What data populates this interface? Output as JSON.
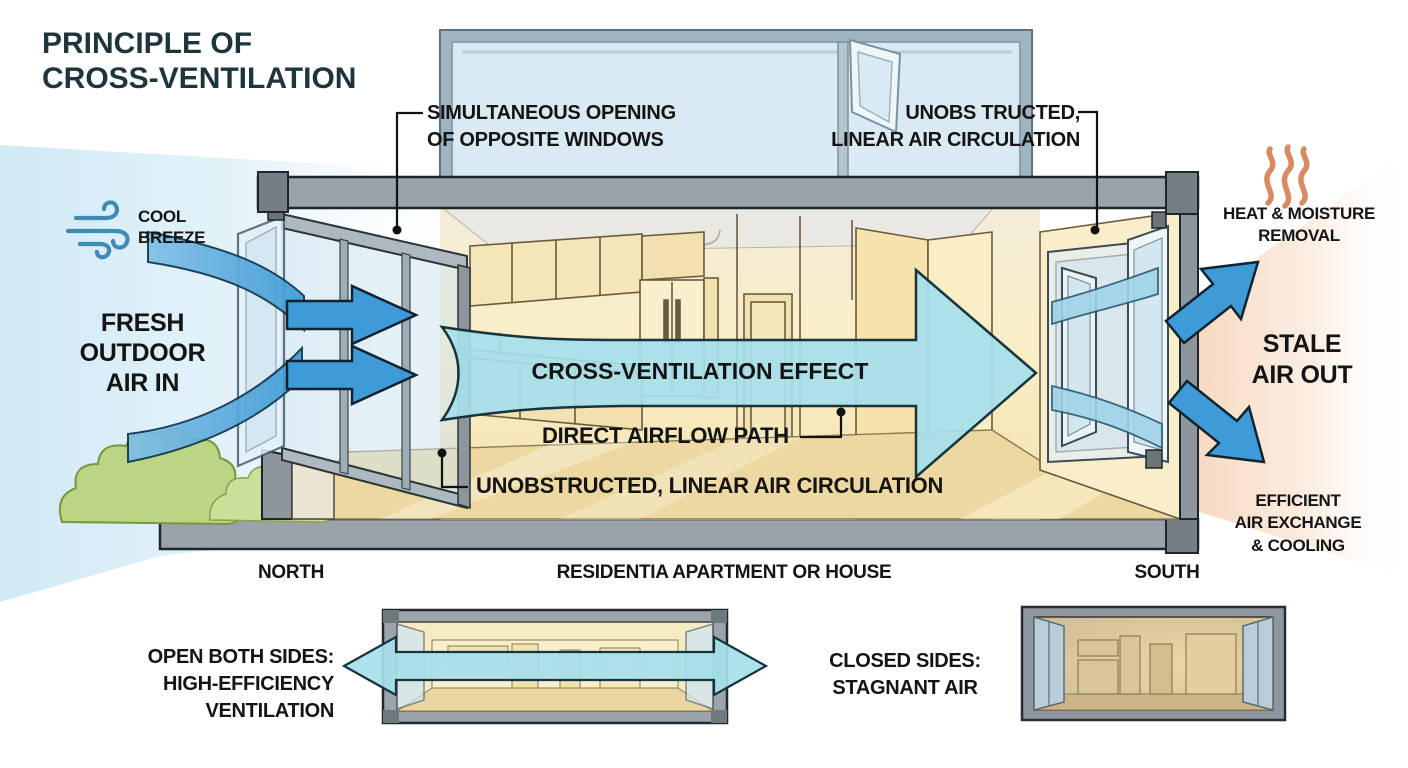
{
  "title": "PRINCIPLE OF\nCROSS-VENTILATION",
  "left_annotations": {
    "cool_breeze": "COOL\nBREEZE",
    "fresh_air": "FRESH\nOUTDOOR\nAIR IN",
    "wind_icon": "wind-breeze-icon"
  },
  "callout_labels": {
    "simultaneous_opening": "SIMULTANEOUS OPENING\nOF OPPOSITE WINDOWS",
    "unobstructed_top": "UNOBS TRUCTED,\nLINEAR AIR CIRCULATION",
    "direct_airflow": "DIRECT AIRFLOW PATH",
    "unobstructed_bottom": "UNOBSTRUCTED, LINEAR AIR CIRCULATION"
  },
  "main_arrow": {
    "label": "CROSS-VENTILATION EFFECT"
  },
  "right_annotations": {
    "heat_removal": "HEAT & MOISTURE\nREMOVAL",
    "stale_air": "STALE\nAIR OUT",
    "efficient": "EFFICIENT\nAIR EXCHANGE\n& COOLING",
    "heat_icon": "heat-waves-icon"
  },
  "baseline_labels": {
    "north": "NORTH",
    "building": "RESIDENTIA APARTMENT OR HOUSE",
    "south": "SOUTH"
  },
  "mini_diagrams": {
    "open_sides": "OPEN BOTH SIDES:\nHIGH-EFFICIENCY\nVENTILATION",
    "closed_sides": "CLOSED SIDES:\nSTAGNANT AIR"
  },
  "colors": {
    "title_color": "#1e353c",
    "label_black": "#141414",
    "arrow_cyan_fill": "#a6dfea",
    "arrow_cyan_stroke": "#17333d",
    "block_arrow_blue": "#3f9bd7",
    "block_arrow_stroke": "#0f2430",
    "heat_orange": "#d88a63",
    "wind_blue": "#3e8cb4",
    "slab_gray": "#99a3a9",
    "interior_cream": "#f8ecc0",
    "floor_tan": "#ecd8a0",
    "glass_blue": "#d9eaf3",
    "bush_green": "#bcd584",
    "sky_wedge": "#cfe9f6",
    "warm_wedge": "#f5d0b2"
  }
}
